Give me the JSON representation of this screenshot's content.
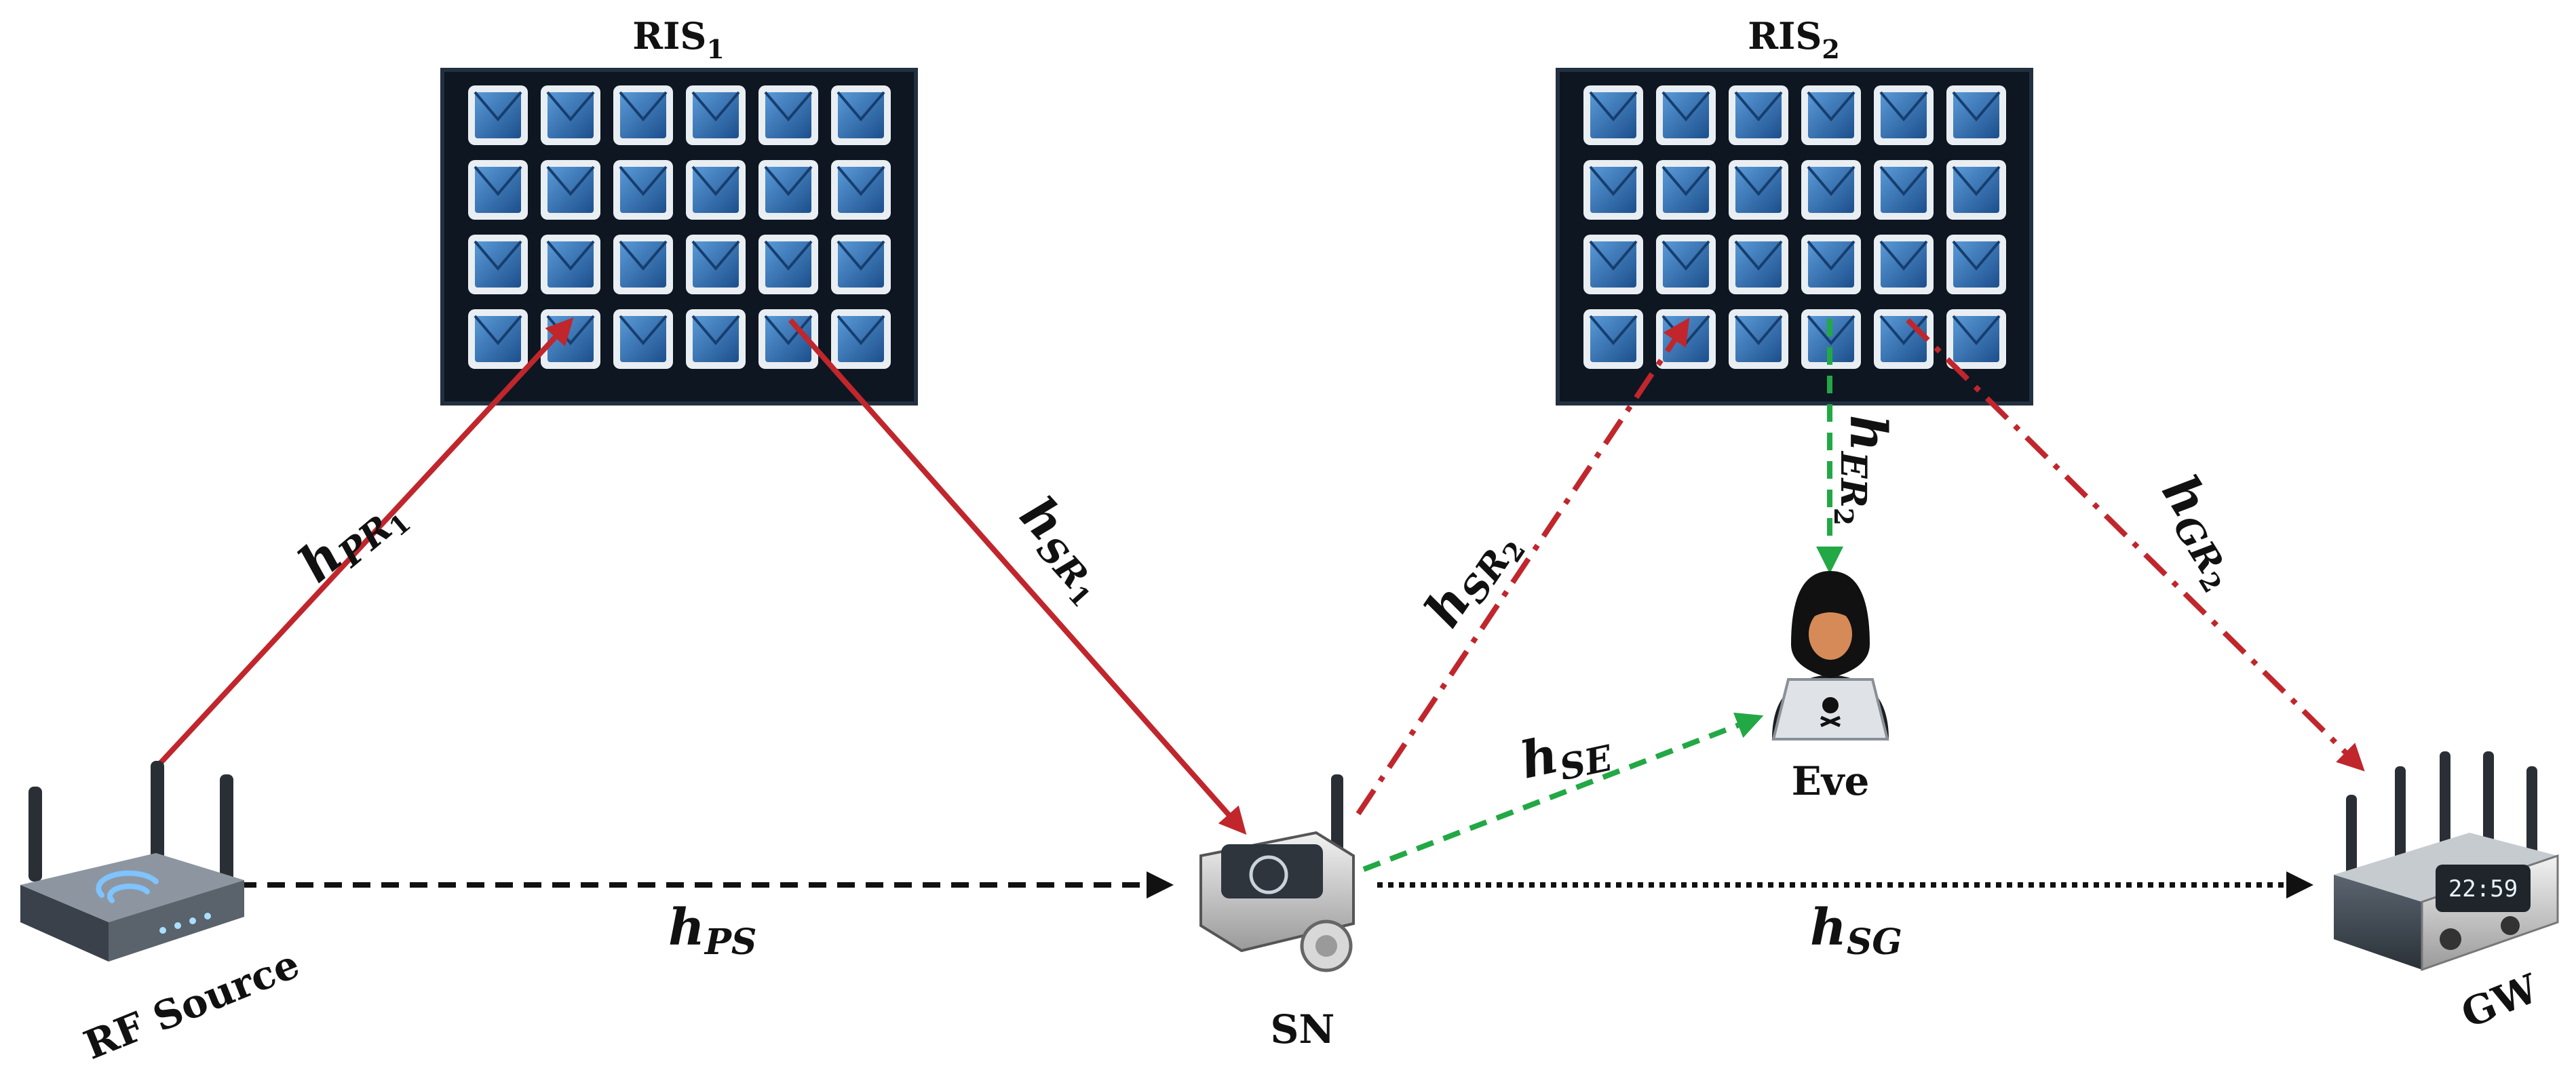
{
  "labels": {
    "ris1": "RIS",
    "ris1_sub": "1",
    "ris2": "RIS",
    "ris2_sub": "2",
    "rf_source": "RF Source",
    "sn": "SN",
    "eve": "Eve",
    "gw": "GW",
    "gw_display": "22:59"
  },
  "channels": {
    "h_pr1": {
      "main": "h",
      "sub": "PR",
      "subsub": "1"
    },
    "h_sr1": {
      "main": "h",
      "sub": "SR",
      "subsub": "1"
    },
    "h_sr2": {
      "main": "h",
      "sub": "SR",
      "subsub": "2"
    },
    "h_er2": {
      "main": "h",
      "sub": "ER",
      "subsub": "2"
    },
    "h_gr2": {
      "main": "h",
      "sub": "GR",
      "subsub": "2"
    },
    "h_se": {
      "main": "h",
      "sub": "SE"
    },
    "h_ps": {
      "main": "h",
      "sub": "PS"
    },
    "h_sg": {
      "main": "h",
      "sub": "SG"
    }
  },
  "ris": {
    "rows": 4,
    "cols": 6
  },
  "colors": {
    "red_link": "#c0262c",
    "green_link": "#22a845",
    "black_link": "#111111",
    "ris_frame": "#0d1621",
    "ris_tile": "#2a6fb5"
  }
}
